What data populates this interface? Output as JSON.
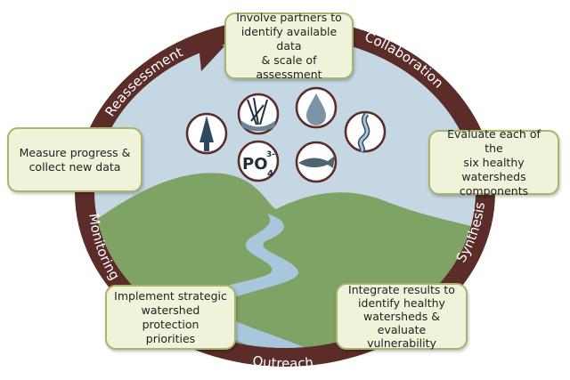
{
  "ring_labels": {
    "reassessment": "Reassessment",
    "collaboration": "Collaboration",
    "synthesis": "Synthesis",
    "outreach": "Outreach",
    "monitoring": "Monitoring"
  },
  "steps": {
    "involve": "Involve partners to\nidentify available data\n& scale of assessment",
    "measure": "Measure progress &\ncollect new data",
    "evaluate": "Evaluate each of the\nsix healthy watersheds\ncomponents",
    "implement": "Implement strategic\nwatershed protection\npriorities",
    "integrate": "Integrate results to\nidentify healthy\nwatersheds & evaluate\nvulnerability"
  },
  "icons": [
    "tree-icon",
    "wetland-grass-icon",
    "water-drop-icon",
    "river-icon",
    "phosphate-icon",
    "fish-icon"
  ],
  "phosphate": {
    "base": "PO",
    "sub": "4",
    "sup": "3-"
  },
  "colors": {
    "ring": "#5b2c28",
    "sky": "#c4d7e3",
    "hill": "#7ea364",
    "river": "#a8c6dc",
    "box_fill": "#eef3d9",
    "box_border": "#a8b56c",
    "icon": "#2f4a5e"
  }
}
